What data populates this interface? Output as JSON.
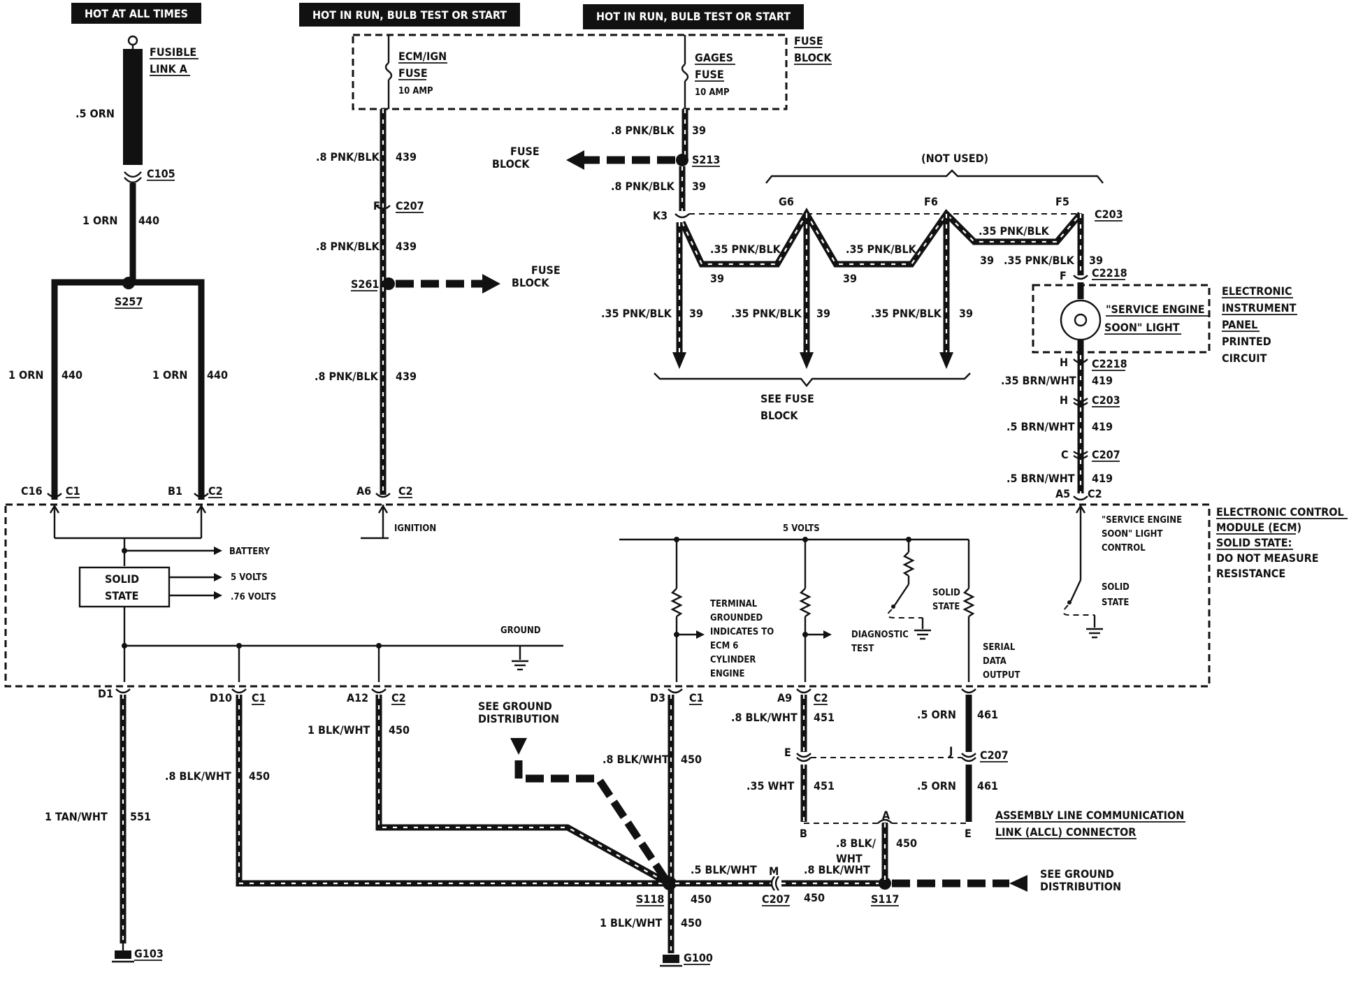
{
  "headers": {
    "hot_at_all_times": "HOT AT ALL TIMES",
    "hot_in_run_1": "HOT IN RUN, BULB TEST OR START",
    "hot_in_run_2": "HOT IN RUN, BULB TEST OR START"
  },
  "fusible_link": {
    "l1": "FUSIBLE",
    "l2": "LINK A",
    "wire": ".5 ORN"
  },
  "fuse_block_top": {
    "label1": "FUSE",
    "label2": "BLOCK",
    "ecm_fuse_l1": "ECM/IGN",
    "ecm_fuse_l2": "FUSE",
    "ecm_amp": "10 AMP",
    "gages_fuse_l1": "GAGES",
    "gages_fuse_l2": "FUSE",
    "gages_amp": "10 AMP"
  },
  "connectors": {
    "c105": "C105",
    "s257": "S257",
    "c207_top": "C207",
    "f_pin": "F",
    "s261": "S261",
    "s213": "S213",
    "k3": "K3",
    "g6": "G6",
    "f6": "F6",
    "f5": "F5",
    "c203_top": "C203",
    "f_c2218": "F",
    "c2218_top": "C2218",
    "h_c2218": "H",
    "c2218_bot": "C2218",
    "h_c203": "H",
    "c203_bot": "C203",
    "c_c207": "C",
    "c207_right": "C207",
    "a5": "A5",
    "c2_a5": "C2",
    "c16": "C16",
    "c1_left": "C1",
    "b1": "B1",
    "c2_left": "C2",
    "a6": "A6",
    "c2_a6": "C2",
    "d1": "D1",
    "d10": "D10",
    "c1_d10": "C1",
    "a12": "A12",
    "c2_a12": "C2",
    "d3": "D3",
    "c1_d3": "C1",
    "a9": "A9",
    "c2_a9": "C2",
    "e_left": "E",
    "j": "J",
    "c207_alcl": "C207",
    "b": "B",
    "a": "A",
    "e_right": "E",
    "s118": "S118",
    "m": "M",
    "c207_bottom": "C207",
    "s117": "S117",
    "g103": "G103",
    "g100": "G100"
  },
  "wires": {
    "orn_1_440": "1 ORN",
    "n440": "440",
    "left_orn": "1 ORN",
    "left_440": "440",
    "right_orn": "1 ORN",
    "right_440": "440",
    "pnk_439_a": ".8 PNK/BLK",
    "n439_a": "439",
    "pnk_439_b": ".8 PNK/BLK",
    "n439_b": "439",
    "pnk_439_c": ".8 PNK/BLK",
    "n439_c": "439",
    "pnk_39_a": ".8 PNK/BLK",
    "n39_a": "39",
    "pnk_39_b": ".8 PNK/BLK",
    "n39_b": "39",
    "z1": ".35 PNK/BLK",
    "z1n": "39",
    "z2": ".35 PNK/BLK",
    "z2n": "39",
    "z3": ".35 PNK/BLK",
    "z3n": "39",
    "z4": ".35 PNK/BLK",
    "z4n": "39",
    "drop1": ".35 PNK/BLK",
    "drop1n": "39",
    "drop2": ".35 PNK/BLK",
    "drop2n": "39",
    "drop3": ".35 PNK/BLK",
    "drop3n": "39",
    "f5n": "39",
    "brn1": ".35 BRN/WHT",
    "brn1n": "419",
    "brn2": ".5 BRN/WHT",
    "brn2n": "419",
    "brn3": ".5 BRN/WHT",
    "brn3n": "419",
    "tan": "1 TAN/WHT",
    "tann": "551",
    "blk_d10": ".8 BLK/WHT",
    "blk_d10n": "450",
    "blk_a12": "1 BLK/WHT",
    "blk_a12n": "450",
    "blk_d3": ".8 BLK/WHT",
    "blk_d3n": "450",
    "blk_a9": ".8 BLK/WHT",
    "blk_a9n": "451",
    "wht_35": ".35 WHT",
    "wht_35n": "451",
    "orn_461a": ".5 ORN",
    "orn_461an": "461",
    "orn_461b": ".5 ORN",
    "orn_461bn": "461",
    "blk_a_l1": ".8 BLK/",
    "blk_a_l2": "WHT",
    "blk_an": "450",
    "s118_right": ".5 BLK/WHT",
    "s118_rn": "450",
    "m_right": ".8 BLK/WHT",
    "m_rn": "450",
    "g100_wire": "1 BLK/WHT",
    "g100_n": "450"
  },
  "annotations": {
    "fuse_block_left1": "FUSE",
    "fuse_block_left2": "BLOCK",
    "fuse_block_s261_1": "FUSE",
    "fuse_block_s261_2": "BLOCK",
    "not_used": "(NOT USED)",
    "see_fuse_block1": "SEE FUSE",
    "see_fuse_block2": "BLOCK",
    "eipc1": "ELECTRONIC",
    "eipc2": "INSTRUMENT",
    "eipc3": "PANEL",
    "eipc4": "PRINTED",
    "eipc5": "CIRCUIT",
    "ses_light1": "\"SERVICE ENGINE",
    "ses_light2": "SOON\" LIGHT",
    "ecm1": "ELECTRONIC CONTROL",
    "ecm2": "MODULE (ECM)",
    "ecm3": "SOLID STATE:",
    "ecm4": "DO NOT MEASURE",
    "ecm5": "RESISTANCE",
    "battery": "BATTERY",
    "five_volts_left": "5 VOLTS",
    "point76": ".76 VOLTS",
    "solid_state_box1": "SOLID",
    "solid_state_box2": "STATE",
    "ground": "GROUND",
    "ignition": "IGNITION",
    "five_volts_mid": "5 VOLTS",
    "terminal1": "TERMINAL",
    "terminal2": "GROUNDED",
    "terminal3": "INDICATES TO",
    "terminal4": "ECM 6",
    "terminal5": "CYLINDER",
    "terminal6": "ENGINE",
    "diag1": "DIAGNOSTIC",
    "diag2": "TEST",
    "ss_mid1": "SOLID",
    "ss_mid2": "STATE",
    "serial1": "SERIAL",
    "serial2": "DATA",
    "serial3": "OUTPUT",
    "sesc1": "\"SERVICE ENGINE",
    "sesc2": "SOON\" LIGHT",
    "sesc3": "CONTROL",
    "ss_right1": "SOLID",
    "ss_right2": "STATE",
    "see_ground1": "SEE GROUND",
    "see_ground2": "DISTRIBUTION",
    "see_ground_r1": "SEE GROUND",
    "see_ground_r2": "DISTRIBUTION",
    "alcl1": "ASSEMBLY LINE COMMUNICATION",
    "alcl2": "LINK (ALCL) CONNECTOR"
  }
}
